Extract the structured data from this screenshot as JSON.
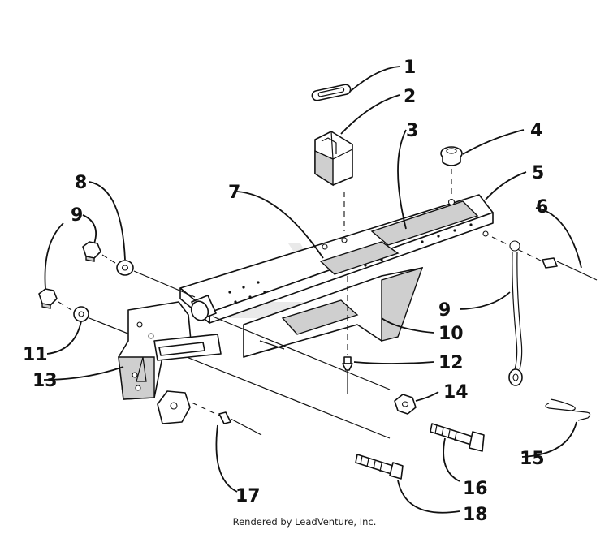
{
  "diagram": {
    "callouts": [
      "1",
      "2",
      "3",
      "4",
      "5",
      "6",
      "7",
      "8",
      "9",
      "9",
      "10",
      "11",
      "12",
      "13",
      "14",
      "15",
      "16",
      "17",
      "18"
    ],
    "watermark_icon": "leadventure-logo-watermark"
  },
  "credit": "Rendered by LeadVenture, Inc."
}
